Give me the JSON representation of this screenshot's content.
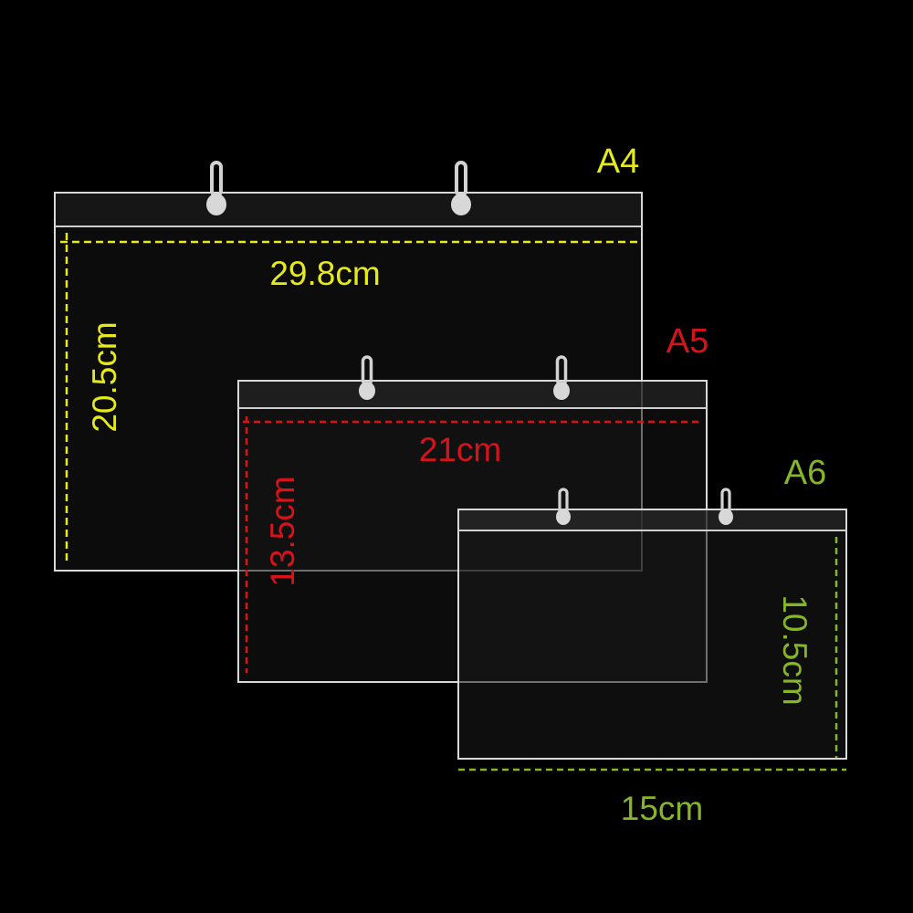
{
  "colors": {
    "background": "#000000",
    "a4": "#e6ea1c",
    "a5": "#d6131b",
    "a6": "#86b52a",
    "frame": "#d9d9d9",
    "hook": "#d2d2d2"
  },
  "pouches": [
    {
      "id": "a4",
      "label": "A4",
      "width_label": "29.8cm",
      "height_label": "20.5cm",
      "width_cm": 29.8,
      "height_cm": 20.5,
      "hooks": 2
    },
    {
      "id": "a5",
      "label": "A5",
      "width_label": "21cm",
      "height_label": "13.5cm",
      "width_cm": 21,
      "height_cm": 13.5,
      "hooks": 2
    },
    {
      "id": "a6",
      "label": "A6",
      "width_label": "15cm",
      "height_label": "10.5cm",
      "width_cm": 15,
      "height_cm": 10.5,
      "hooks": 2
    }
  ]
}
